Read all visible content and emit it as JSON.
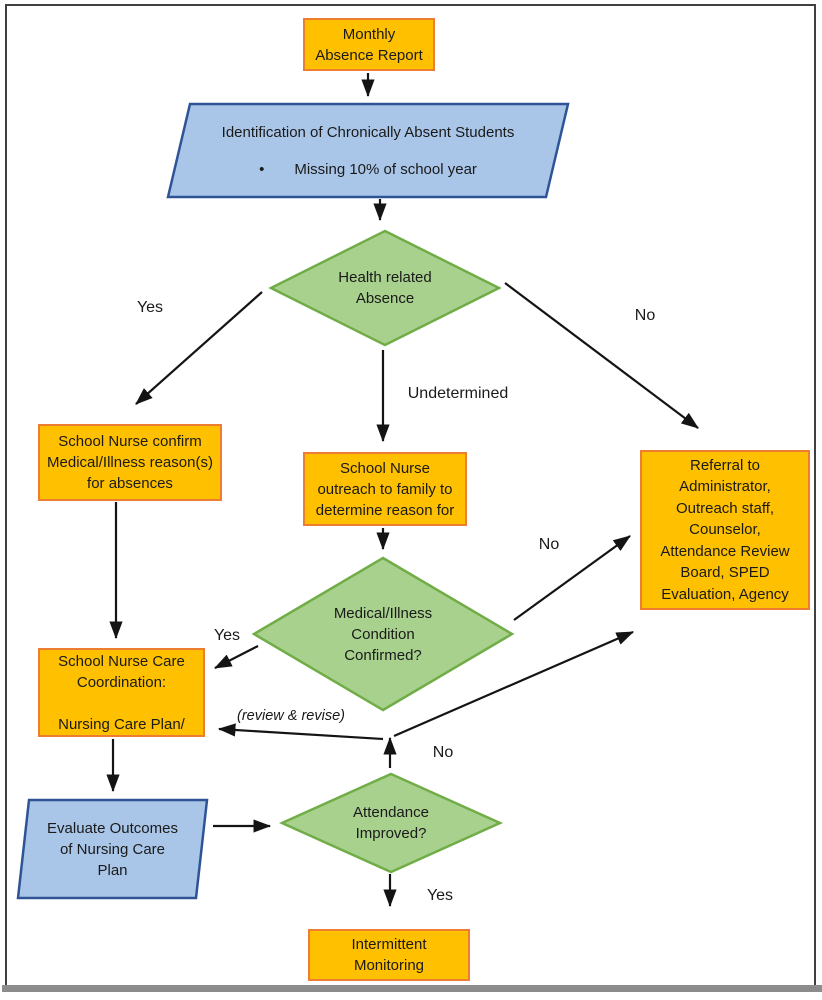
{
  "title": "Chronic Absence Health-Related Flowchart",
  "colors": {
    "node_orange_fill": "#FFC000",
    "node_orange_border": "#ED7D31",
    "node_green_fill": "#A9D18E",
    "node_green_border": "#70AD47",
    "node_blue_fill": "#A9C6E8",
    "node_blue_border": "#2F5496",
    "arrow": "#141414",
    "frame": "#404040",
    "bottom_bar": "#8C8C8C"
  },
  "glyphs": {
    "bullet": "•"
  },
  "nodes": {
    "monthly_report": {
      "shape": "rectangle",
      "lines": [
        "Monthly",
        "Absence Report"
      ]
    },
    "identification": {
      "shape": "parallelogram",
      "title": "Identification of Chronically Absent Students",
      "bullet": "Missing 10% of school year"
    },
    "health_related": {
      "shape": "diamond",
      "lines": [
        "Health related",
        "Absence"
      ]
    },
    "nurse_confirm": {
      "shape": "rectangle",
      "lines": [
        "School Nurse confirm",
        "Medical/Illness reason(s)",
        "for absences"
      ]
    },
    "nurse_outreach": {
      "shape": "rectangle",
      "lines": [
        "School Nurse",
        "outreach to family to",
        "determine reason for"
      ]
    },
    "referral": {
      "shape": "rectangle",
      "lines": [
        "Referral to",
        "Administrator,",
        "Outreach staff,",
        "Counselor,",
        "Attendance Review",
        "Board, SPED",
        "Evaluation, Agency"
      ]
    },
    "condition_confirmed": {
      "shape": "diamond",
      "lines": [
        "Medical/Illness",
        "Condition",
        "Confirmed?"
      ]
    },
    "care_coordination": {
      "shape": "rectangle",
      "lines": [
        "School Nurse Care",
        "Coordination:",
        "",
        "Nursing Care Plan/"
      ]
    },
    "evaluate_outcomes": {
      "shape": "parallelogram",
      "lines": [
        "Evaluate Outcomes",
        "of Nursing Care",
        "Plan"
      ]
    },
    "attendance_improved": {
      "shape": "diamond",
      "lines": [
        "Attendance",
        "Improved?"
      ]
    },
    "intermittent": {
      "shape": "rectangle",
      "lines": [
        "Intermittent",
        "Monitoring"
      ]
    }
  },
  "edge_labels": {
    "yes_top": "Yes",
    "no_top": "No",
    "undetermined": "Undetermined",
    "yes_mid": "Yes",
    "no_mid": "No",
    "no_bottom": "No",
    "yes_bottom": "Yes",
    "review_revise": "(review & revise)"
  }
}
